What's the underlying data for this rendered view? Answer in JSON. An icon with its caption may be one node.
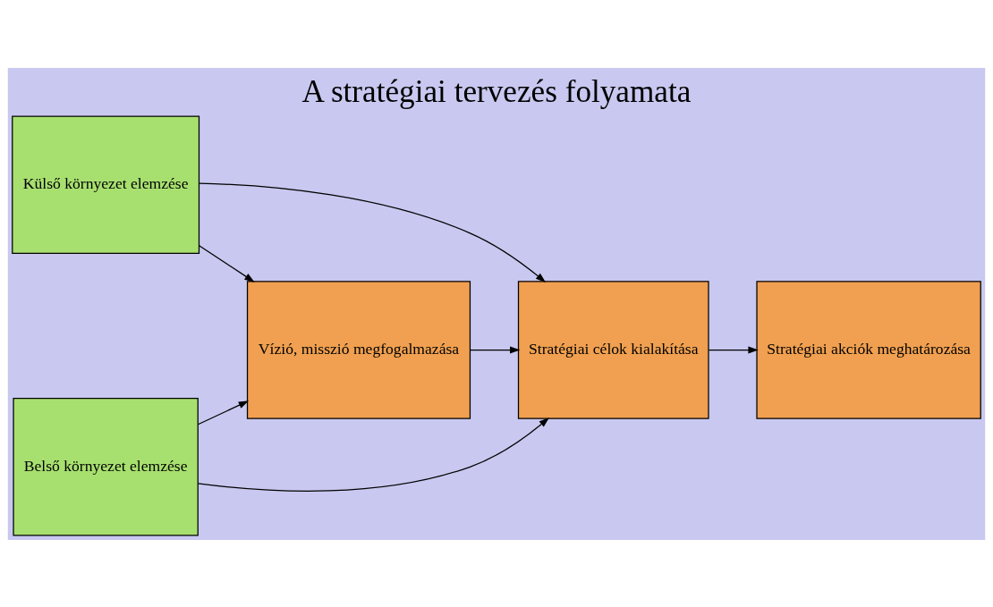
{
  "diagram": {
    "title": "A stratégiai tervezés folyamata",
    "nodes": [
      {
        "text": [
          "Külső környezet elemzése"
        ]
      },
      {
        "text": [
          "Belső környezet elemzése"
        ]
      },
      {
        "text": [
          "Vízió, misszió megfogalmazása"
        ]
      },
      {
        "text": [
          "Stratégiai célok kialakítása"
        ]
      },
      {
        "text": [
          "Stratégiai akciók meghatározása"
        ]
      }
    ],
    "edges": [
      {
        "from": 0,
        "to": 2,
        "arrow": "to"
      },
      {
        "from": 1,
        "to": 2,
        "arrow": "to"
      },
      {
        "from": 0,
        "to": 3,
        "arrow": "to"
      },
      {
        "from": 1,
        "to": 3,
        "arrow": "to"
      },
      {
        "from": 2,
        "to": 3,
        "arrow": "to"
      },
      {
        "from": 3,
        "to": 4,
        "arrow": "to"
      }
    ]
  }
}
